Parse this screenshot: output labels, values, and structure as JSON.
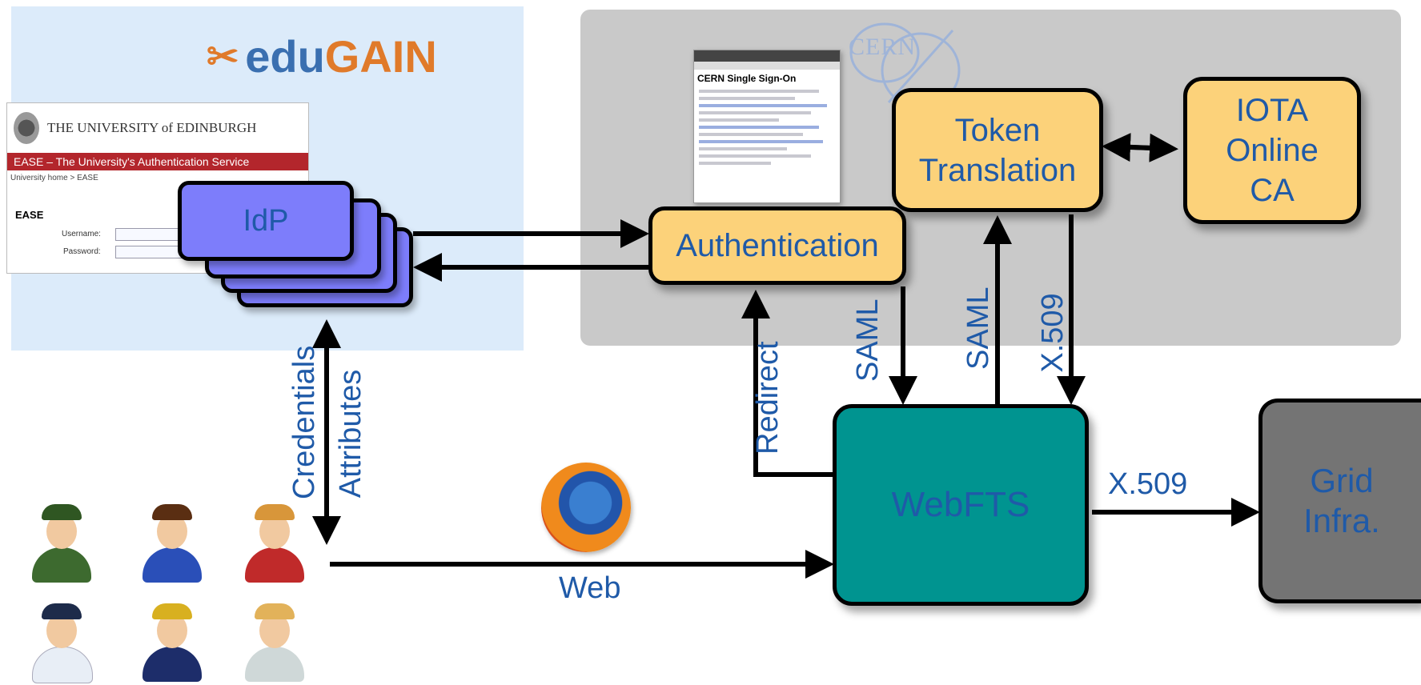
{
  "edugain": {
    "prefix": "edu",
    "suffix": "GAIN",
    "mark": "✂"
  },
  "university": {
    "name": "THE UNIVERSITY of EDINBURGH",
    "service_bar": "EASE – The University's Authentication Service",
    "breadcrumb": "University home > EASE",
    "form_title": "EASE",
    "username_label": "Username:",
    "password_label": "Password:"
  },
  "sso_window": {
    "title": "CERN Single Sign-On"
  },
  "cern_logo": "CERN",
  "nodes": {
    "idp": "IdP",
    "authentication": "Authentication",
    "token_line1": "Token",
    "token_line2": "Translation",
    "iota_line1": "IOTA",
    "iota_line2": "Online",
    "iota_line3": "CA",
    "webfts": "WebFTS",
    "grid_line1": "Grid",
    "grid_line2": "Infra."
  },
  "edge_labels": {
    "credentials": "Credentials",
    "attributes": "Attributes",
    "redirect": "Redirect",
    "saml_down": "SAML",
    "saml_up": "SAML",
    "x509_vertical": "X.509",
    "x509_horizontal": "X.509",
    "web": "Web"
  },
  "colors": {
    "node_text": "#1f5aa8",
    "idp_fill": "#7d7dfb",
    "yellow_fill": "#fcd27a",
    "webfts_fill": "#009490",
    "grid_fill": "#747474"
  }
}
